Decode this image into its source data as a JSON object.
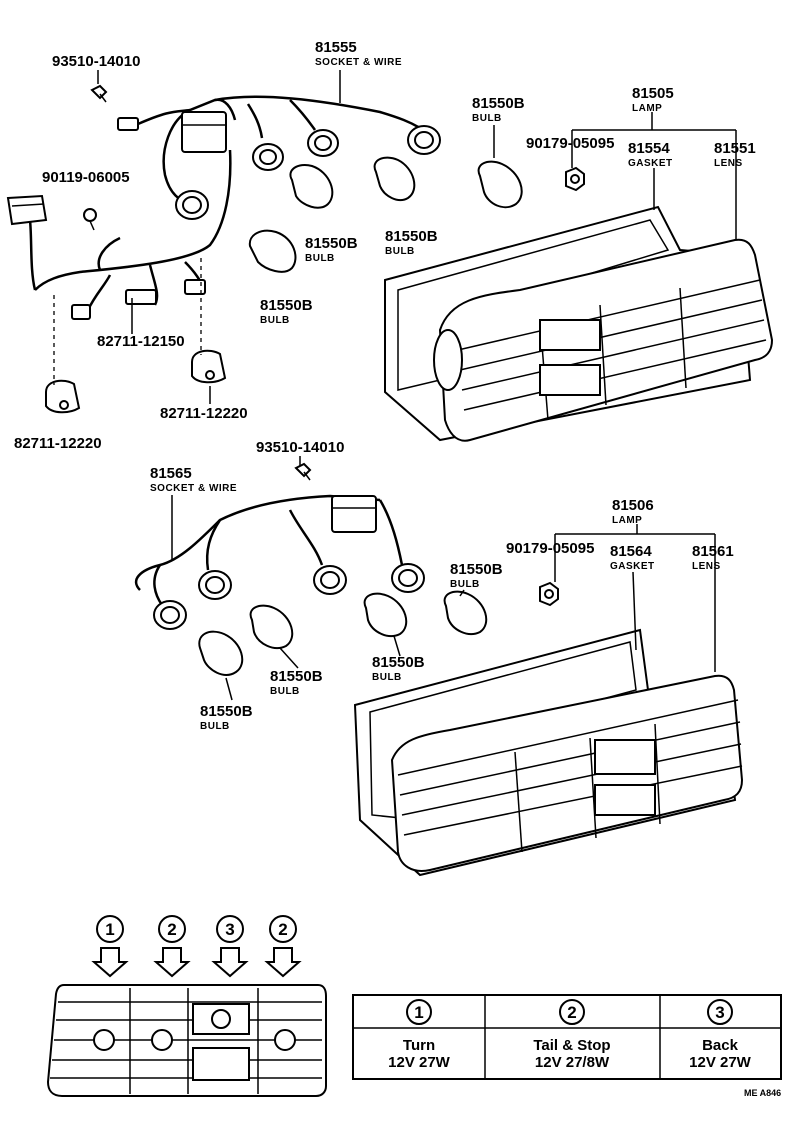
{
  "upper_assembly": {
    "screw": "93510-14010",
    "socket_wire": {
      "part": "81555",
      "desc": "SOCKET & WIRE"
    },
    "screw2": "90119-06005",
    "bulb_a": {
      "part": "81550B",
      "desc": "BULB"
    },
    "bulb_b": {
      "part": "81550B",
      "desc": "BULB"
    },
    "bulb_c": {
      "part": "81550B",
      "desc": "BULB"
    },
    "bulb_d": {
      "part": "81550B",
      "desc": "BULB"
    },
    "clip1": "82711-12150",
    "clip2": "82711-12220",
    "clip3": "82711-12220",
    "lamp": {
      "part": "81505",
      "desc": "LAMP"
    },
    "nut": "90179-05095",
    "gasket": {
      "part": "81554",
      "desc": "GASKET"
    },
    "lens": {
      "part": "81551",
      "desc": "LENS"
    }
  },
  "lower_assembly": {
    "screw": "93510-14010",
    "socket_wire": {
      "part": "81565",
      "desc": "SOCKET & WIRE"
    },
    "lamp": {
      "part": "81506",
      "desc": "LAMP"
    },
    "nut": "90179-05095",
    "gasket": {
      "part": "81564",
      "desc": "GASKET"
    },
    "lens": {
      "part": "81561",
      "desc": "LENS"
    },
    "bulb_a": {
      "part": "81550B",
      "desc": "BULB"
    },
    "bulb_b": {
      "part": "81550B",
      "desc": "BULB"
    },
    "bulb_c": {
      "part": "81550B",
      "desc": "BULB"
    },
    "bulb_d": {
      "part": "81550B",
      "desc": "BULB"
    }
  },
  "position_markers": [
    "1",
    "2",
    "3",
    "2"
  ],
  "bulb_table": [
    {
      "num": "1",
      "line1": "Turn",
      "line2": "12V 27W"
    },
    {
      "num": "2",
      "line1": "Tail & Stop",
      "line2": "12V 27/8W"
    },
    {
      "num": "3",
      "line1": "Back",
      "line2": "12V 27W"
    }
  ],
  "footer_code": "ME  A846"
}
